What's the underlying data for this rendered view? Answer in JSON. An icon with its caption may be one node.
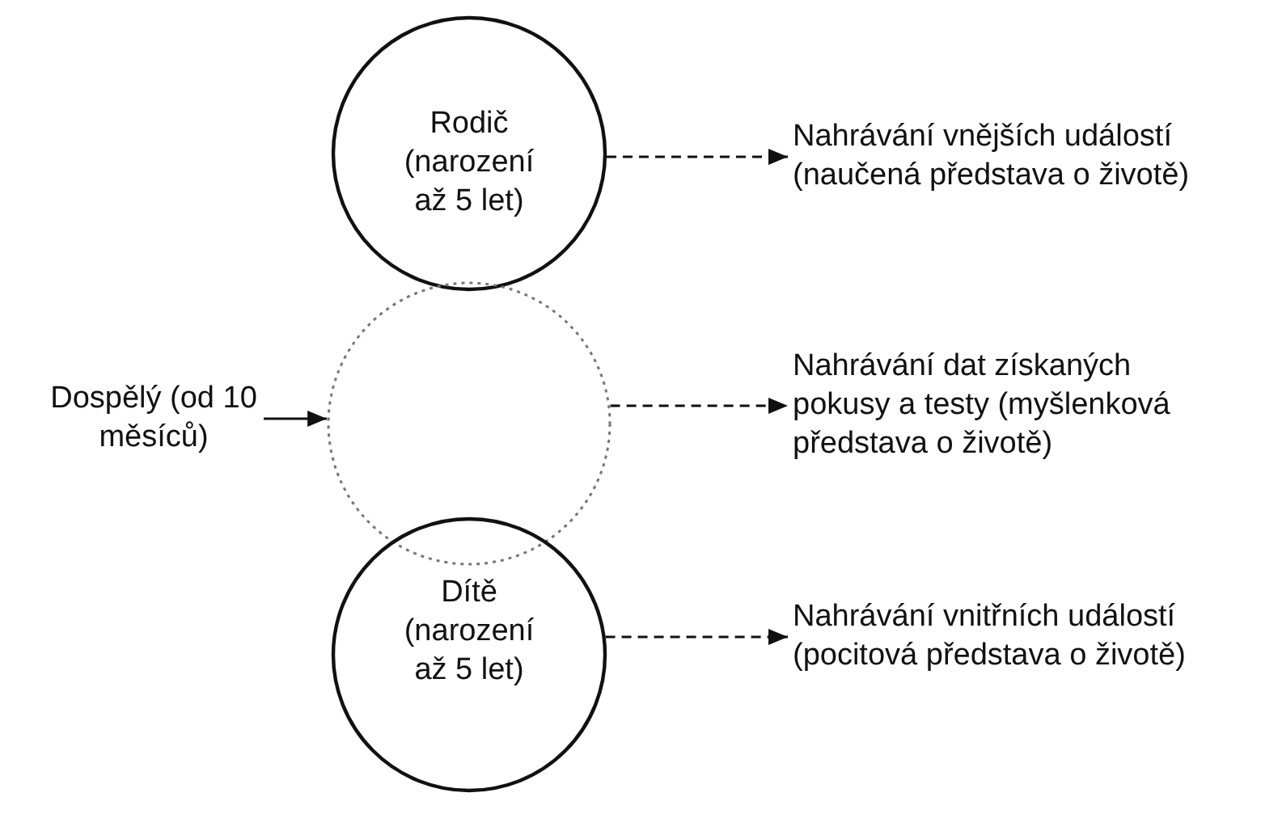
{
  "diagram": {
    "nodes": [
      {
        "text": [
          "Rodič (narození až 5 let)"
        ]
      },
      {
        "text": [],
        "shape": "circle"
      },
      {
        "text": [
          "Dítě (narození až 5 let)"
        ]
      },
      {
        "text": [
          "Dospělý (od 10 měsíců)"
        ]
      },
      {
        "text": [
          "Nahrávání vnějších událostí (naučená představa o životě)"
        ]
      },
      {
        "text": [
          "Nahrávání dat získaných pokusy a testy (myšlenková představa o životě)"
        ]
      },
      {
        "text": [
          "Nahrávání vnitřních událostí (pocitová představa o životě)"
        ]
      }
    ],
    "edges": [
      {
        "from": 3,
        "to": 1,
        "arrow": "to"
      },
      {
        "from": 0,
        "to": 4,
        "arrow": "to",
        "style": "dashed"
      },
      {
        "from": 1,
        "to": 5,
        "arrow": "to",
        "style": "dashed"
      },
      {
        "from": 2,
        "to": 6,
        "arrow": "to",
        "style": "dashed"
      }
    ]
  }
}
